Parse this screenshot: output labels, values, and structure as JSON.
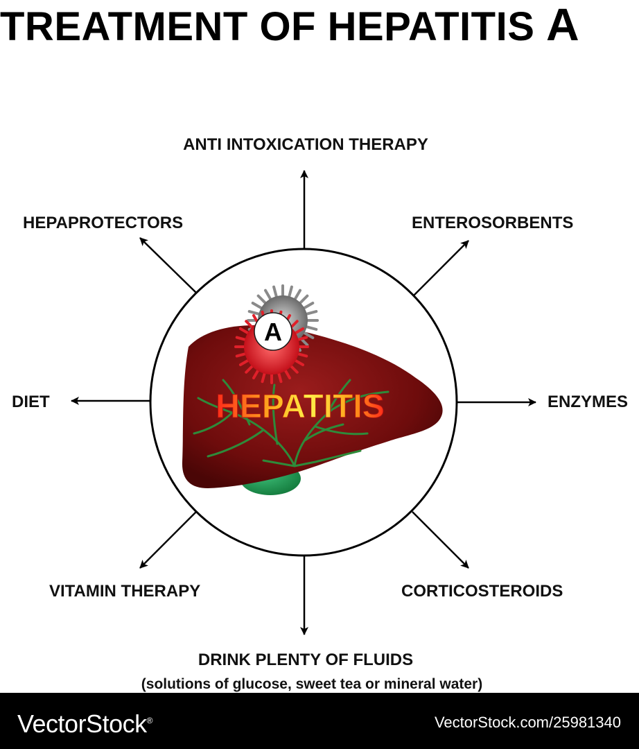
{
  "title": {
    "text": "TREATMENT OF HEPATITIS",
    "letter": "A"
  },
  "center": {
    "organ_label": "HEPATITIS",
    "virus_letter": "A"
  },
  "treatments": {
    "top": "ANTI INTOXICATION THERAPY",
    "top_right": "ENTEROSORBENTS",
    "right": "ENZYMES",
    "bottom_right": "CORTICOSTEROIDS",
    "bottom": "DRINK PLENTY OF FLUIDS",
    "bottom_note": "(solutions of glucose, sweet tea or mineral water)",
    "bottom_left": "VITAMIN THERAPY",
    "left": "DIET",
    "top_left": "HEPAPROTECTORS"
  },
  "footer": {
    "brand": "VectorStock",
    "brand_mark": "®",
    "reference": "VectorStock.com/25981340"
  },
  "colors": {
    "liver": "#7a0f0f",
    "gallbladder": "#1f8a4c",
    "ducts": "#2e8b3a",
    "virus_red": "#e0202a",
    "virus_grey": "#8a8a8a",
    "hepatitis_text_gradient": [
      "#ff2020",
      "#ffb020",
      "#fff04a"
    ]
  }
}
